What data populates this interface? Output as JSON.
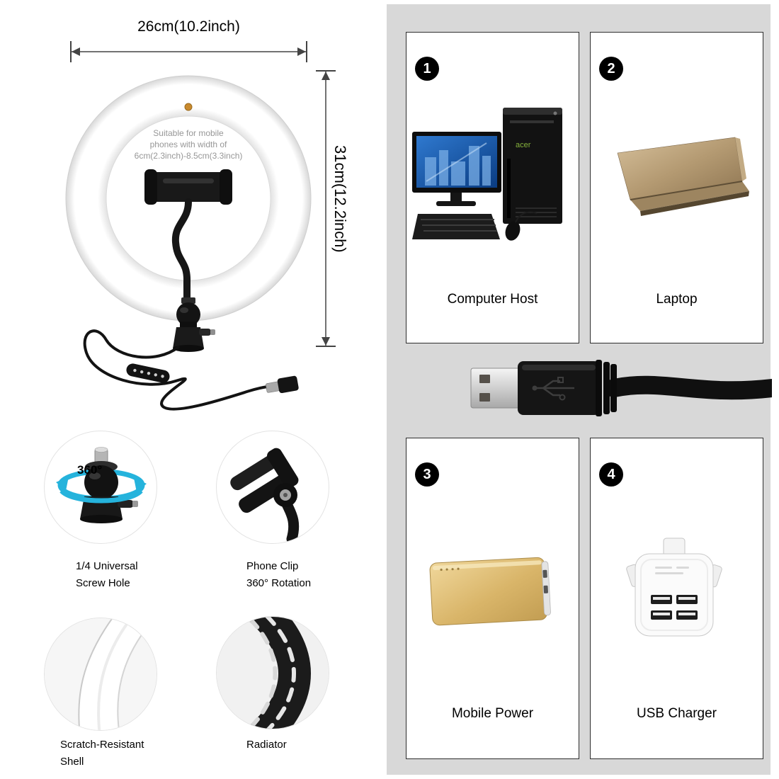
{
  "product": {
    "width_label": "26cm(10.2inch)",
    "height_label": "31cm(12.2inch)",
    "ring_note_line1": "Suitable for mobile",
    "ring_note_line2": "phones with width of",
    "ring_note_line3": "6cm(2.3inch)-8.5cm(3.3inch)"
  },
  "features": [
    {
      "label1": "1/4 Universal",
      "label2": "Screw Hole",
      "badge": "360°"
    },
    {
      "label1": "Phone Clip",
      "label2": "360° Rotation"
    },
    {
      "label1": "Scratch-Resistant",
      "label2": "Shell"
    },
    {
      "label1": "Radiator",
      "label2": ""
    }
  ],
  "compatibility": {
    "cards": [
      {
        "number": "1",
        "label": "Computer Host",
        "brand_on_tower": "acer"
      },
      {
        "number": "2",
        "label": "Laptop"
      },
      {
        "number": "3",
        "label": "Mobile Power"
      },
      {
        "number": "4",
        "label": "USB Charger"
      }
    ]
  },
  "colors": {
    "panel_background": "#d8d8d8",
    "card_background": "#ffffff",
    "badge_background": "#000000",
    "powerbank_gold": "#d9b569",
    "rotation_arrow_cyan": "#25b3dc",
    "screen_blue": "#1f5fae"
  }
}
